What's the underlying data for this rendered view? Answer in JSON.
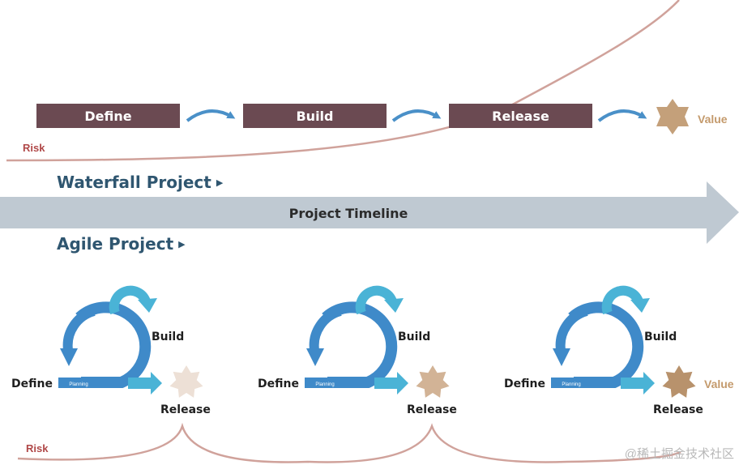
{
  "waterfall": {
    "steps": [
      "Define",
      "Build",
      "Release"
    ],
    "value_label": "Value",
    "risk_label": "Risk",
    "title": "Waterfall Project"
  },
  "timeline": {
    "label": "Project Timeline"
  },
  "agile": {
    "title": "Agile Project",
    "cycles": [
      {
        "define": "Define",
        "build": "Build",
        "release": "Release",
        "planning": "Planning",
        "star_color": "#ede0d6"
      },
      {
        "define": "Define",
        "build": "Build",
        "release": "Release",
        "planning": "Planning",
        "star_color": "#d2b396"
      },
      {
        "define": "Define",
        "build": "Build",
        "release": "Release",
        "planning": "Planning",
        "star_color": "#b8926c"
      }
    ],
    "value_label": "Value",
    "risk_label": "Risk"
  },
  "watermark": "@稀土掘金技术社区",
  "colors": {
    "box": "#6b4a52",
    "arrow_blue": "#4a90c8",
    "timeline": "#bfc9d2",
    "risk_curve": "#d0a29b",
    "star": "#c4a07a",
    "cycle_dark": "#3f8ac9",
    "cycle_light": "#4ab3d6"
  }
}
